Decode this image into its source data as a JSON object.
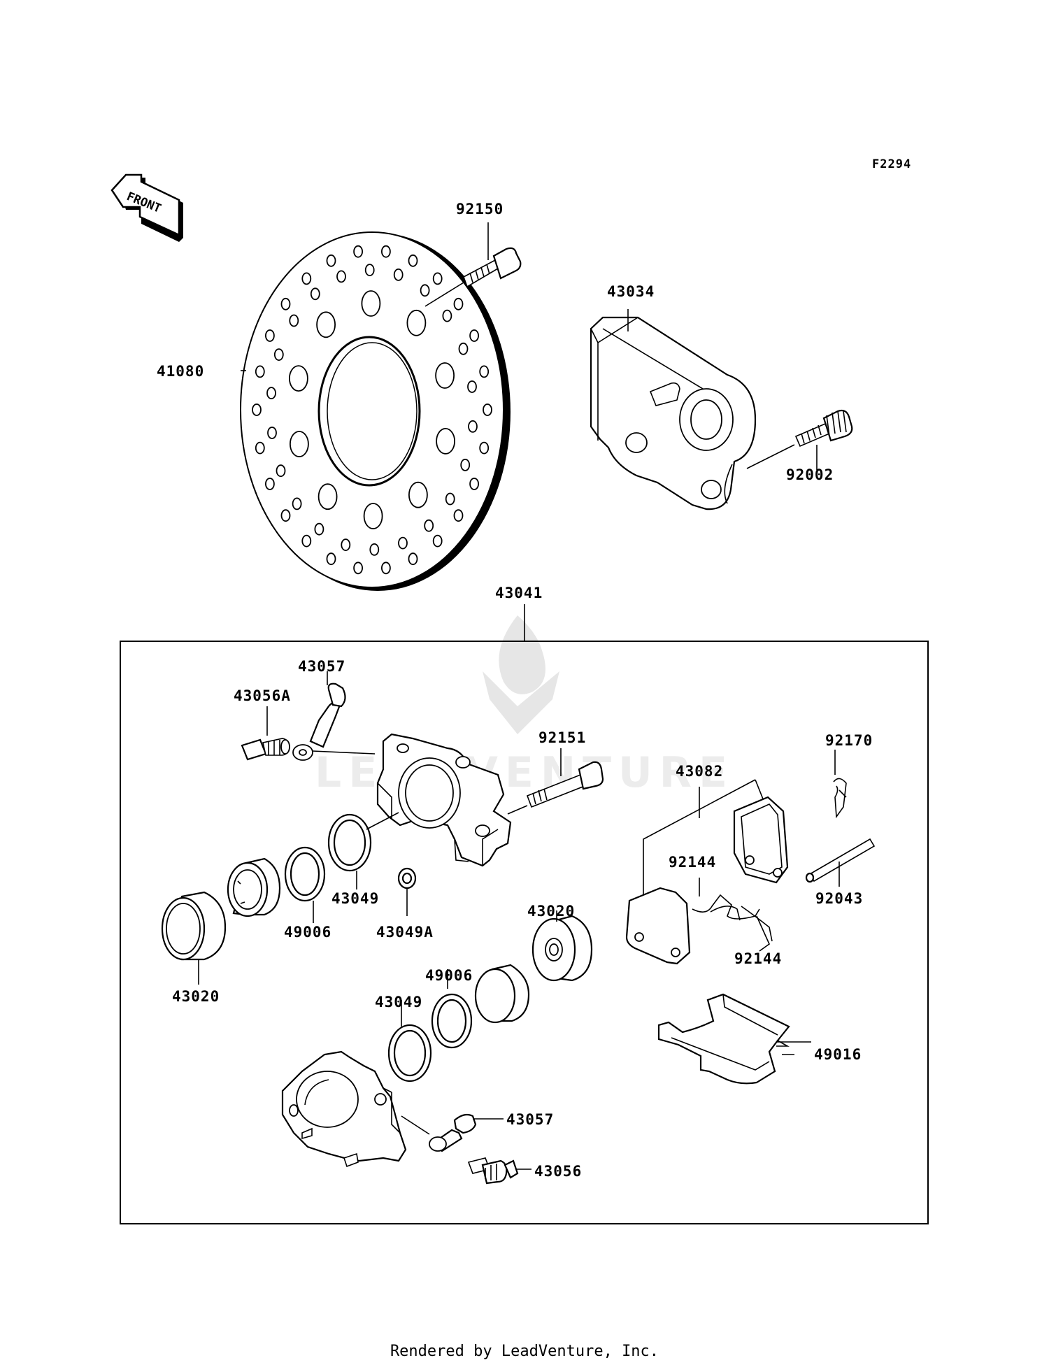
{
  "figure_code": "F2294",
  "front_arrow_text": "FRONT",
  "watermark_text": "LEADVENTURE",
  "footer_text": "Rendered by LeadVenture, Inc.",
  "parts": {
    "p92150": "92150",
    "p41080": "41080",
    "p43034": "43034",
    "p92002": "92002",
    "p43041": "43041",
    "p43057_top": "43057",
    "p43056A": "43056A",
    "p92151": "92151",
    "p43082": "43082",
    "p92170": "92170",
    "p92144_a": "92144",
    "p92144_b": "92144",
    "p92043": "92043",
    "p43049_top": "43049",
    "p49006_top": "49006",
    "p43049A": "43049A",
    "p43020_left": "43020",
    "p43020_right": "43020",
    "p49006_bottom": "49006",
    "p43049_bottom": "43049",
    "p49016": "49016",
    "p43057_bottom": "43057",
    "p43056": "43056"
  }
}
